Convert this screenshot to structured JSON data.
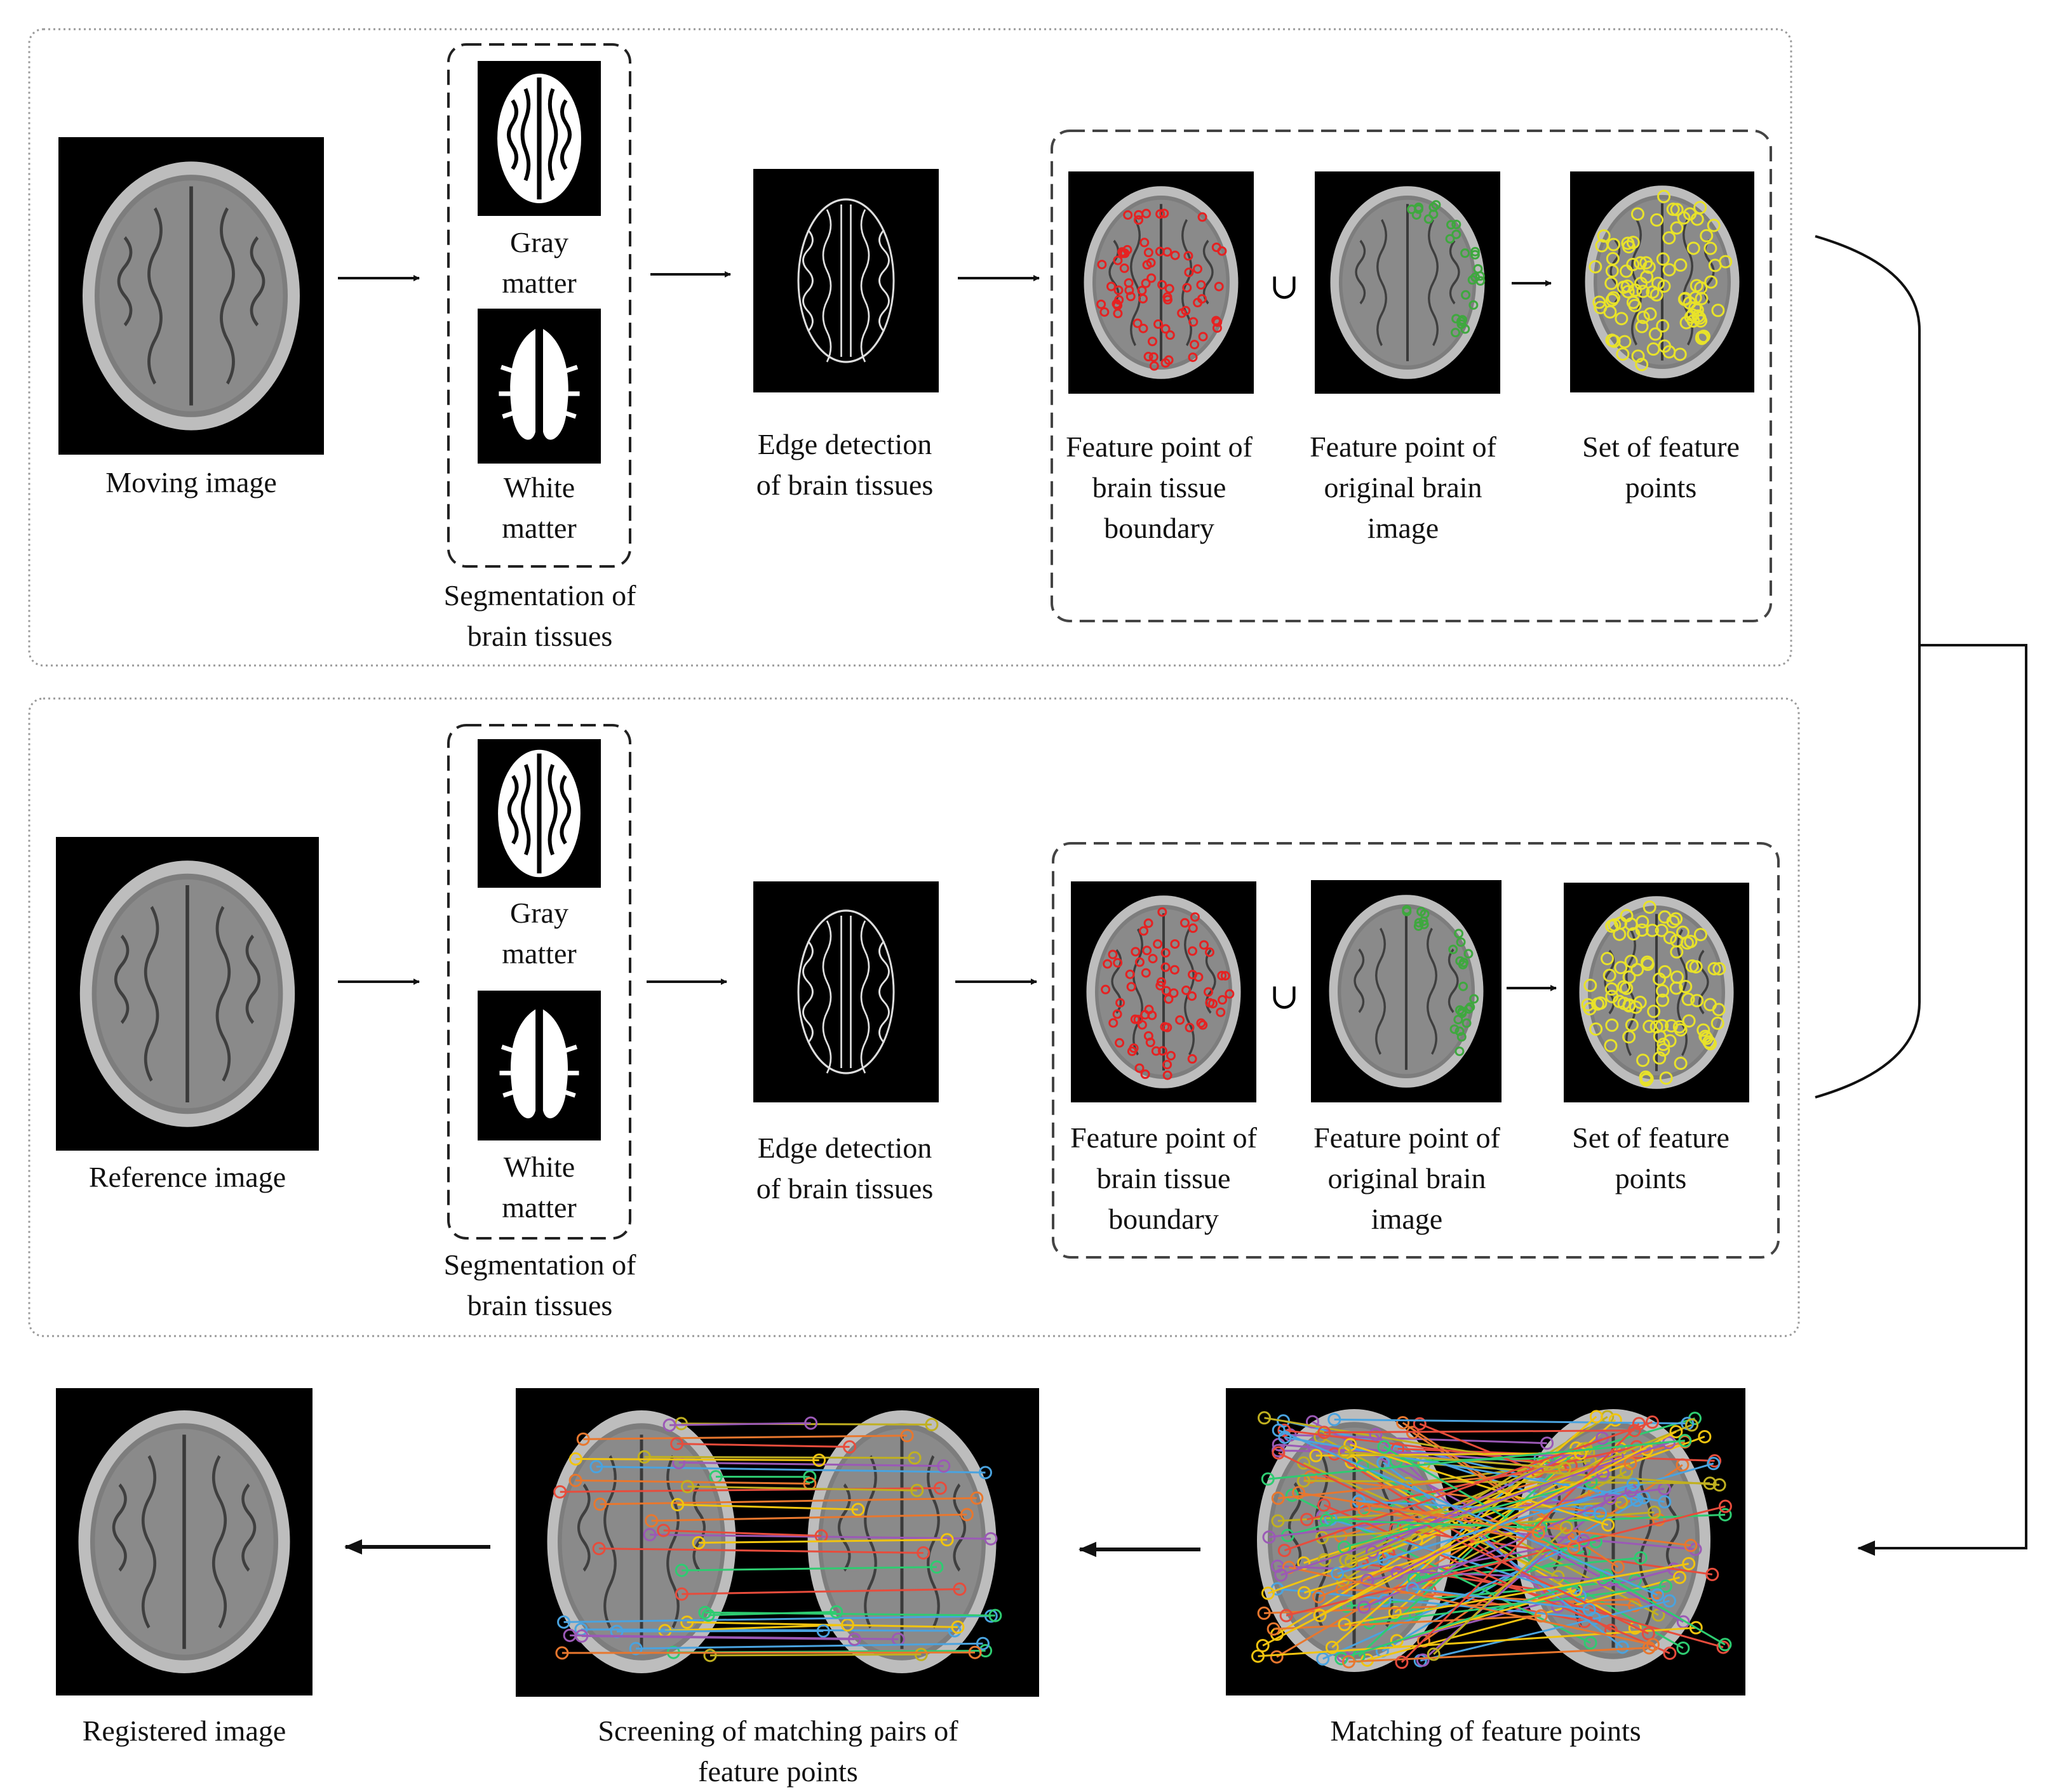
{
  "rows": [
    {
      "input_label": "Moving image",
      "segmentation": {
        "gray": [
          "Gray",
          "matter"
        ],
        "white": [
          "White",
          "matter"
        ],
        "caption": [
          "Segmentation of",
          "brain tissues"
        ]
      },
      "edge": [
        "Edge detection",
        "of brain tissues"
      ],
      "feature_boundary": [
        "Feature point of",
        "brain tissue",
        "boundary"
      ],
      "feature_original": [
        "Feature point of",
        "original brain",
        "image"
      ],
      "feature_set": [
        "Set of feature",
        "points"
      ],
      "union_symbol": "∪"
    },
    {
      "input_label": "Reference image",
      "segmentation": {
        "gray": [
          "Gray",
          "matter"
        ],
        "white": [
          "White",
          "matter"
        ],
        "caption": [
          "Segmentation of",
          "brain tissues"
        ]
      },
      "edge": [
        "Edge detection",
        "of brain tissues"
      ],
      "feature_boundary": [
        "Feature point of",
        "brain tissue",
        "boundary"
      ],
      "feature_original": [
        "Feature point of",
        "original brain",
        "image"
      ],
      "feature_set": [
        "Set of feature",
        "points"
      ],
      "union_symbol": "∪"
    }
  ],
  "bottom": {
    "registered": "Registered image",
    "screening": [
      "Screening of matching pairs of",
      "feature points"
    ],
    "matching": "Matching of feature points"
  },
  "colors": {
    "background": "#ffffff",
    "image_bg": "#000000",
    "feature_boundary_points": "#e52222",
    "feature_original_points": "#3fa83f",
    "feature_set_points": "#e8e22a"
  }
}
